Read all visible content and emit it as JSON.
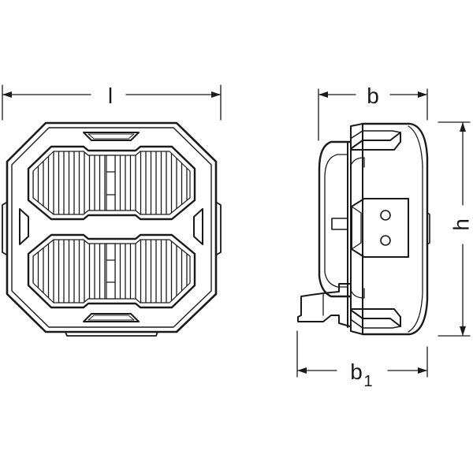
{
  "diagram": {
    "type": "technical-drawing",
    "views": [
      {
        "name": "front-view",
        "description": "square lamp with two rectangular lens panels"
      },
      {
        "name": "side-view",
        "description": "side profile with mounting bracket"
      }
    ],
    "dimensions": {
      "length": {
        "label": "l"
      },
      "width": {
        "label": "b"
      },
      "height": {
        "label": "h"
      },
      "width_total": {
        "label": "b",
        "subscript": "1"
      }
    },
    "colors": {
      "stroke": "#1a1a1a",
      "background": "#ffffff"
    }
  }
}
